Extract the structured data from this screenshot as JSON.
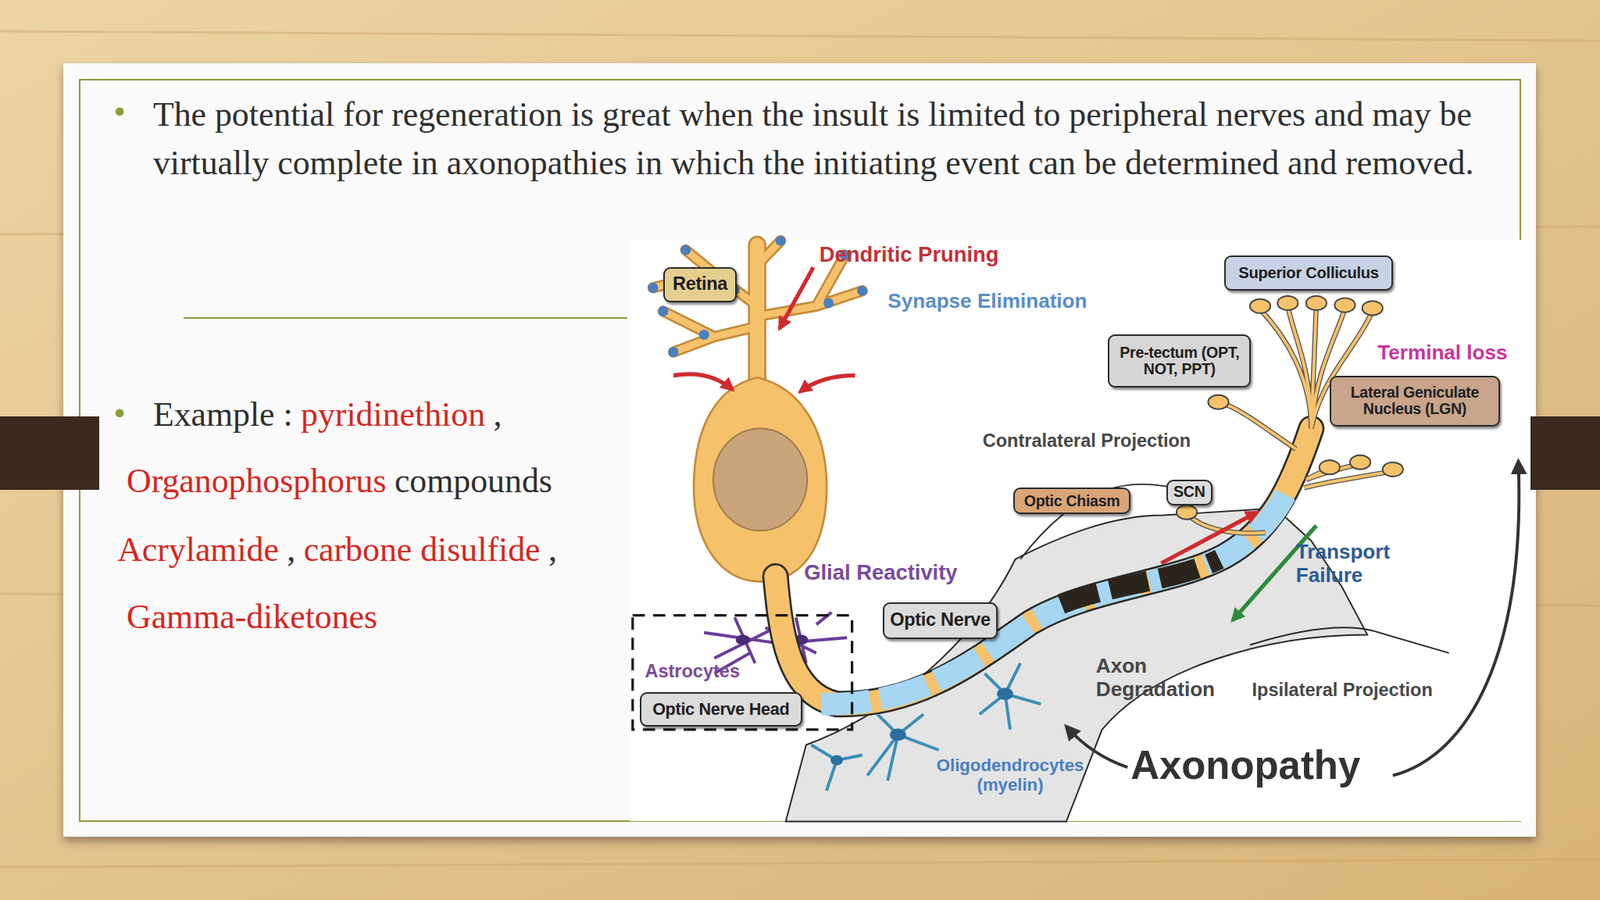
{
  "diagram": {
    "nodes": [
      {
        "text": [
          "Retina"
        ]
      },
      {
        "text": [
          "Superior Colliculus"
        ]
      },
      {
        "text": [
          "Pre-tectum (OPT, NOT, PPT)"
        ]
      },
      {
        "text": [
          "Lateral Geniculate Nucleus (LGN)"
        ]
      },
      {
        "text": [
          "Optic Chiasm"
        ]
      },
      {
        "text": [
          "SCN"
        ]
      },
      {
        "text": [
          "Optic Nerve"
        ]
      },
      {
        "text": [
          "Optic Nerve Head"
        ]
      }
    ],
    "labels": [
      "•",
      "The potential for regeneration is great when the insult is limited to peripheral nerves and may be virtually complete in axonopathies in which the initiating event can be determined and removed.",
      "•",
      "Example :",
      "pyridinethion",
      ",",
      "Organophosphorus",
      "compounds",
      "Acrylamide",
      ",",
      "carbone disulfide",
      ",",
      "Gamma-diketones",
      "Dendritic Pruning",
      "Synapse Elimination",
      "Terminal loss",
      "Contralateral Projection",
      "Glial Reactivity",
      "Transport Failure",
      "Astrocytes",
      "Axon Degradation",
      "Ipsilateral Projection",
      "Oligodendrocytes (myelin)",
      "Axonopathy"
    ]
  }
}
